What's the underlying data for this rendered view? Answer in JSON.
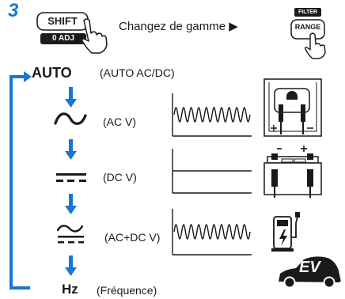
{
  "step_number": "3",
  "shift_key": {
    "label": "SHIFT",
    "sub_label": "0 ADJ"
  },
  "range_key": {
    "badge": "FILTER",
    "label": "RANGE"
  },
  "instruction": "Changez de gamme ▶",
  "modes": [
    {
      "symbol_text": "AUTO",
      "label": "(AUTO AC/DC)",
      "symbol_icon": "auto-text"
    },
    {
      "symbol_icon": "ac-tilde-icon",
      "label": "(AC V)",
      "waveform": "sine",
      "illustration": "outlet-plug-icon"
    },
    {
      "symbol_icon": "dc-bar-icon",
      "label": "(DC V)",
      "waveform": "flat",
      "illustration": "car-battery-icon"
    },
    {
      "symbol_icon": "acdc-icon",
      "label": "(AC+DC V)",
      "waveform": "sine",
      "illustration": "ev-charger-icon"
    },
    {
      "symbol_text": "Hz",
      "label": "(Fréquence)"
    }
  ],
  "ev_badge": "EV",
  "colors": {
    "accent": "#1976d2",
    "ink": "#1a1a1a",
    "key_bg": "#1a1a1a"
  }
}
